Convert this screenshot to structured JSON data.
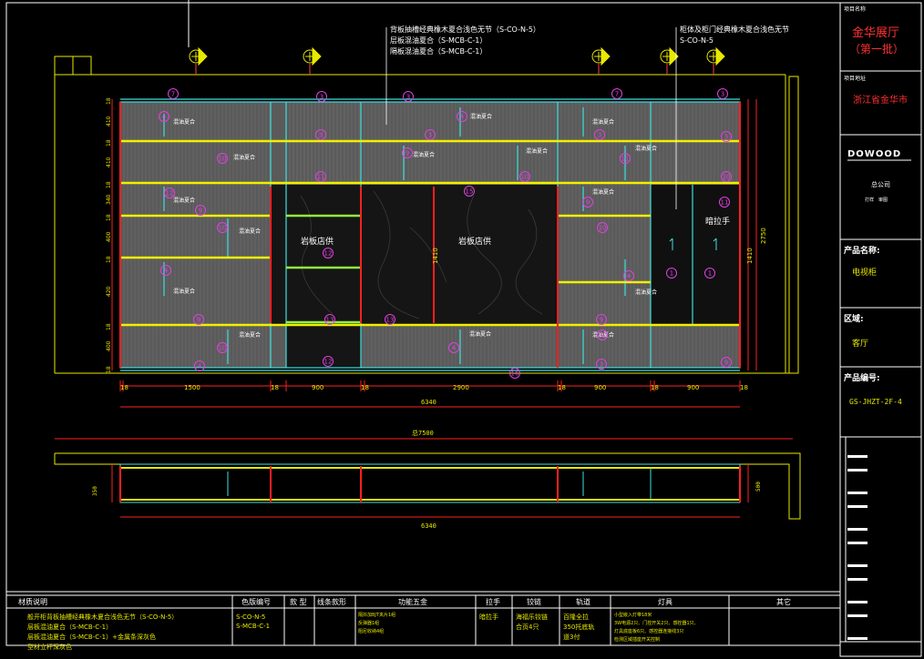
{
  "callouts": {
    "top_left": [
      "背板抽槽经典橡木夏合浅色无节（S-CO-N-5）",
      "层板混油夏合（S-MCB-C-1）",
      "隔板混油夏合（S-MCB-C-1）"
    ],
    "top_right": [
      "柜体及柜门经典橡木夏合浅色无节",
      "S-CO-N-5"
    ]
  },
  "panel_labels": {
    "rock": "岩板店供",
    "handle": "暗拉手",
    "cabinet": "混油夏合"
  },
  "numbers": [
    "1",
    "2",
    "3",
    "4",
    "5",
    "6",
    "7",
    "8",
    "9",
    "10",
    "11",
    "12",
    "13",
    "14",
    "15",
    "16"
  ],
  "dimensions": {
    "bottom_segments": [
      "18",
      "1500",
      "18",
      "900",
      "18",
      "2900",
      "18",
      "900",
      "18",
      "900",
      "18"
    ],
    "total_width": "6340",
    "overall": "总7500",
    "right_height": "2750",
    "inner_height": "1410",
    "plan_total": "6340",
    "plan_depth": "350",
    "plan_depth_right": "500"
  },
  "title_block": {
    "project_name_label": "项目名称",
    "project_name": "金华展厅",
    "project_name_sub": "（第一批）",
    "project_address_label": "项目地址",
    "project_address": "浙江省金华市",
    "logo": "DOWOOD",
    "company": "总公司",
    "company_sub": "打样　审图",
    "product_name_label": "产品名称:",
    "product_name": "电视柜",
    "area_label": "区域:",
    "area": "客厅",
    "product_code_label": "产品编号:",
    "product_code": "GS-JHZT-2F-4"
  },
  "bottom_table": {
    "headers": [
      "材质说明",
      "色版编号",
      "款 型",
      "线条款形",
      "功能五金",
      "拉手",
      "铰链",
      "轨道",
      "灯具",
      "其它"
    ],
    "material": [
      "般开柜背板抽槽经典橡木夏合浅色无节（S-CO-N-5）",
      "层板混油夏合（S-MCB-C-1）",
      "层板混油夏合（S-MCB-C-1）+金属条深灰色",
      "型材立杆深灰色"
    ],
    "color_codes": [
      "S-CO-N-5",
      "S-MCB-C-1"
    ],
    "hardware": [
      "隔抖加BJT夹片1组",
      "反弹器1组",
      "阻尼收纳4组"
    ],
    "handle": "暗拉手",
    "hinge": [
      "海福乐铰链",
      "合页4只"
    ],
    "rail": [
      "百隆全拉",
      "350托底轨",
      "道3付"
    ],
    "lights": [
      "小型嵌入灯带18米",
      "3W电源2只、门控开关2只、感控器1只、",
      "灯具底座板6只、感控器连接线3只",
      "检测区域插座开关控制"
    ]
  }
}
